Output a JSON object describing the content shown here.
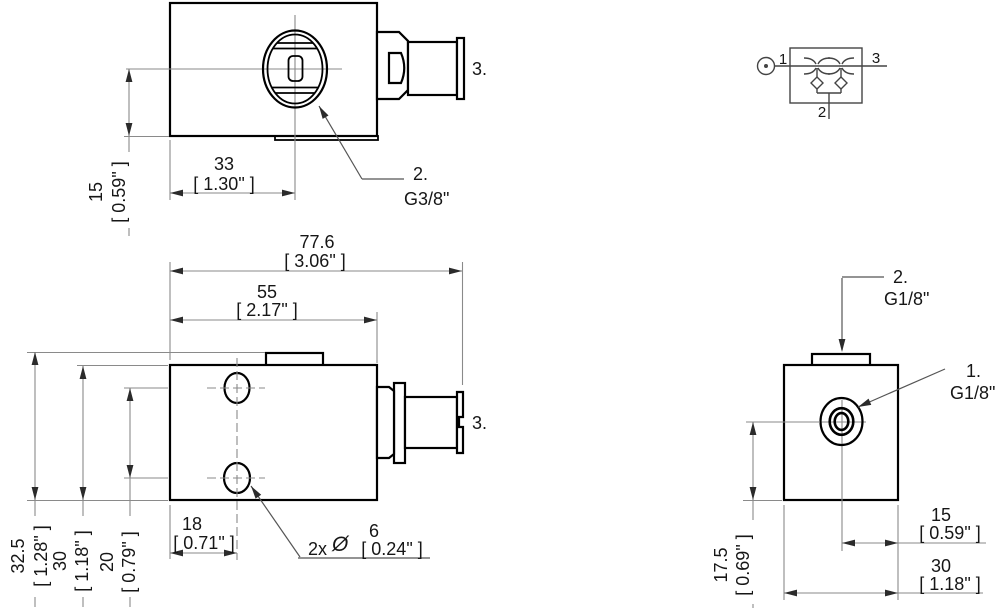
{
  "drawing_title": "valve-block-dimension-drawing",
  "colors": {
    "line": "#000000",
    "thin_line": "#8a8a8a",
    "text": "#161616",
    "background": "#ffffff"
  },
  "views": {
    "top": {
      "dim_33": {
        "mm": "33",
        "inch": "[ 1.30\" ]"
      },
      "dim_15": {
        "mm": "15",
        "inch": "[ 0.59\" ]"
      },
      "port_label": {
        "num": "2.",
        "thread": "G3/8\""
      },
      "fitting_label": "3."
    },
    "front": {
      "dim_77_6": {
        "mm": "77.6",
        "inch": "[ 3.06\" ]"
      },
      "dim_55": {
        "mm": "55",
        "inch": "[ 2.17\" ]"
      },
      "dim_32_5": {
        "mm": "32.5",
        "inch": "[ 1.28\" ]"
      },
      "dim_30": {
        "mm": "30",
        "inch": "[ 1.18\" ]"
      },
      "dim_20": {
        "mm": "20",
        "inch": "[ 0.79\" ]"
      },
      "dim_18": {
        "mm": "18",
        "inch": "[ 0.71\" ]"
      },
      "hole_callout": {
        "count": "2x",
        "dia": "Ø",
        "mm": "6",
        "inch": "[ 0.24\" ]"
      },
      "fitting_label": "3."
    },
    "side": {
      "port2": {
        "num": "2.",
        "thread": "G1/8\""
      },
      "port1": {
        "num": "1.",
        "thread": "G1/8\""
      },
      "dim_17_5": {
        "mm": "17.5",
        "inch": "[ 0.69\" ]"
      },
      "dim_15": {
        "mm": "15",
        "inch": "[ 0.59\" ]"
      },
      "dim_30": {
        "mm": "30",
        "inch": "[ 1.18\" ]"
      }
    },
    "schematic": {
      "p1": "1",
      "p2": "2",
      "p3": "3"
    }
  }
}
